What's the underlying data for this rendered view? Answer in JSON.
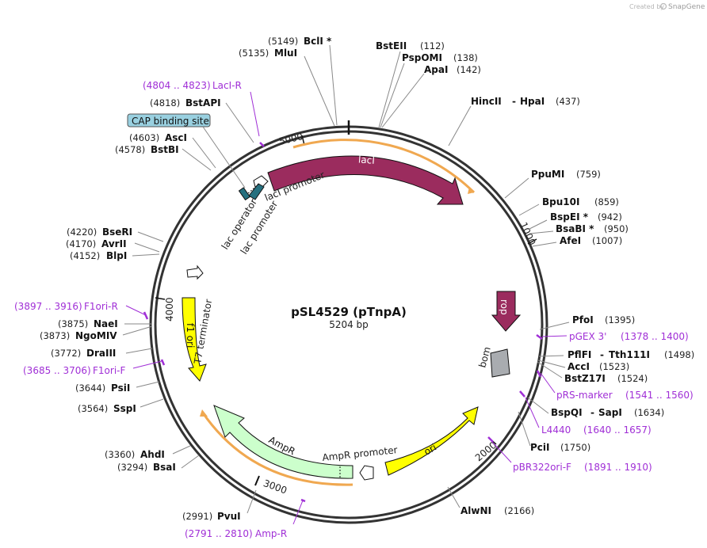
{
  "credit": {
    "prefix": "Created by",
    "brand": "SnapGene"
  },
  "plasmid": {
    "name": "pSL4529 (pTnpA)",
    "size": "5204 bp"
  },
  "ticks": [
    "5000",
    "1000",
    "2000",
    "3000",
    "4000"
  ],
  "features": {
    "lacI": "lacI",
    "rop": "rop",
    "bom": "bom",
    "ori": "ori",
    "ampr": "AmpR",
    "ampr_promoter": "AmpR promoter",
    "f1_ori": "f1 ori",
    "t7_terminator": "T7 terminator",
    "laci_promoter": "lacI promoter",
    "lac_promoter": "lac promoter",
    "lac_operator": "lac operator",
    "cap_binding_site": "CAP binding site"
  },
  "sites": [
    {
      "name": "BclI *",
      "pos": "(5149)"
    },
    {
      "name": "MluI",
      "pos": "(5135)"
    },
    {
      "name": "BstEII",
      "pos": "(112)"
    },
    {
      "name": "PspOMI",
      "pos": "(138)"
    },
    {
      "name": "ApaI",
      "pos": "(142)"
    },
    {
      "name": "HincII",
      "sep": "-",
      "name2": "HpaI",
      "pos": "(437)"
    },
    {
      "name": "PpuMI",
      "pos": "(759)"
    },
    {
      "name": "Bpu10I",
      "pos": "(859)"
    },
    {
      "name": "BspEI *",
      "pos": "(942)"
    },
    {
      "name": "BsaBI *",
      "pos": "(950)"
    },
    {
      "name": "AfeI",
      "pos": "(1007)"
    },
    {
      "name": "PfoI",
      "pos": "(1395)"
    },
    {
      "name": "PflFI",
      "sep": "-",
      "name2": "Tth111I",
      "pos": "(1498)"
    },
    {
      "name": "AccI",
      "pos": "(1523)"
    },
    {
      "name": "BstZ17I",
      "pos": "(1524)"
    },
    {
      "name": "BspQI",
      "sep": "-",
      "name2": "SapI",
      "pos": "(1634)"
    },
    {
      "name": "PciI",
      "pos": "(1750)"
    },
    {
      "name": "AlwNI",
      "pos": "(2166)"
    },
    {
      "name": "PvuI",
      "pos": "(2991)"
    },
    {
      "name": "BsaI",
      "pos": "(3294)"
    },
    {
      "name": "AhdI",
      "pos": "(3360)"
    },
    {
      "name": "SspI",
      "pos": "(3564)"
    },
    {
      "name": "PsiI",
      "pos": "(3644)"
    },
    {
      "name": "DraIII",
      "pos": "(3772)"
    },
    {
      "name": "NgoMIV",
      "pos": "(3873)"
    },
    {
      "name": "NaeI",
      "pos": "(3875)"
    },
    {
      "name": "BlpI",
      "pos": "(4152)"
    },
    {
      "name": "AvrII",
      "pos": "(4170)"
    },
    {
      "name": "BseRI",
      "pos": "(4220)"
    },
    {
      "name": "BstBI",
      "pos": "(4578)"
    },
    {
      "name": "AscI",
      "pos": "(4603)"
    },
    {
      "name": "BstAPI",
      "pos": "(4818)"
    }
  ],
  "primers": [
    {
      "range": "(4804 .. 4823)",
      "name": "LacI-R"
    },
    {
      "range": "(1378 .. 1400)",
      "name": "pGEX 3'"
    },
    {
      "range": "(1541 .. 1560)",
      "name": "pRS-marker"
    },
    {
      "range": "(1640 .. 1657)",
      "name": "L4440"
    },
    {
      "range": "(1891 .. 1910)",
      "name": "pBR322ori-F"
    },
    {
      "range": "(2791 .. 2810)",
      "name": "Amp-R"
    },
    {
      "range": "(3685 .. 3706)",
      "name": "F1ori-F"
    },
    {
      "range": "(3897 .. 3916)",
      "name": "F1ori-R"
    }
  ],
  "colors": {
    "backbone": "#333333",
    "lacI": "#9b2c5e",
    "rop": "#9b2c5e",
    "ori": "#ffff00",
    "f1_ori": "#ffff00",
    "ampr": "#ccffcc",
    "bom": "#a9acb0",
    "cap_box": "#99d0e0",
    "primer": "#a02fd6",
    "orf_outline": "#f0a850"
  }
}
